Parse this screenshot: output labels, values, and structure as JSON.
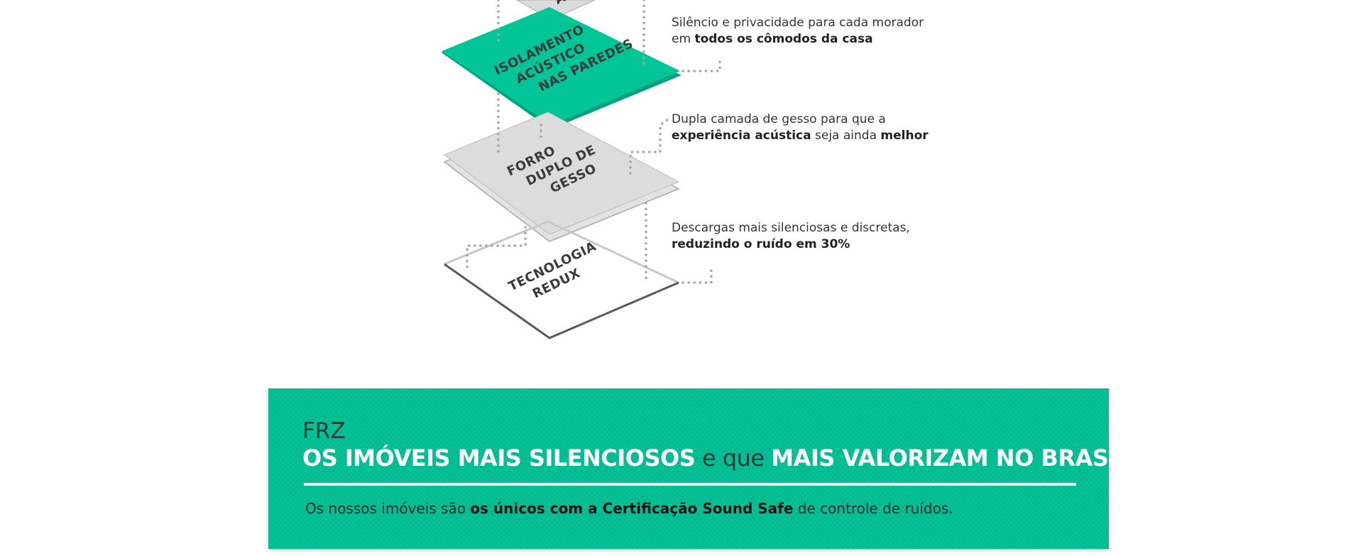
{
  "colors": {
    "accent": "#00bf93",
    "accent_dark": "#00a37e",
    "gray_layer": "#dcdcdc",
    "text_dark": "#333333",
    "dots": "#a6a6a6"
  },
  "layers": [
    {
      "id": "top",
      "label_lines": [
        "A"
      ]
    },
    {
      "id": "acoustic-walls",
      "label_lines": [
        "ISOLAMENTO",
        "ACÚSTICO",
        "NAS PAREDES"
      ]
    },
    {
      "id": "double-ceiling",
      "label_lines": [
        "FORRO",
        "DUPLO DE",
        "GESSO"
      ]
    },
    {
      "id": "redux",
      "label_lines": [
        "TECNOLOGIA",
        "REDUX"
      ]
    }
  ],
  "descriptions": [
    {
      "line1": [
        {
          "t": "Silêncio e privacidade para cada morador",
          "b": false
        }
      ],
      "line2": [
        {
          "t": "em ",
          "b": false
        },
        {
          "t": "todos os cômodos da casa",
          "b": true
        }
      ]
    },
    {
      "line1": [
        {
          "t": "Dupla camada de gesso para que a",
          "b": false
        }
      ],
      "line2": [
        {
          "t": "experiência acústica",
          "b": true
        },
        {
          "t": " seja ainda ",
          "b": false
        },
        {
          "t": "melhor",
          "b": true
        }
      ]
    },
    {
      "line1": [
        {
          "t": "Descargas mais silenciosas e discretas,",
          "b": false
        }
      ],
      "line2": [
        {
          "t": "reduzindo o ruído em 30%",
          "b": true
        }
      ]
    }
  ],
  "banner": {
    "brand": "FRZ",
    "headline_a": "OS IMÓVEIS MAIS SILENCIOSOS",
    "headline_b": " e que ",
    "headline_c": "MAIS VALORIZAM NO BRASIL",
    "note_a": "Os nossos imóveis são ",
    "note_b": "os únicos com a Certificação Sound Safe",
    "note_c": " de controle de ruídos."
  }
}
